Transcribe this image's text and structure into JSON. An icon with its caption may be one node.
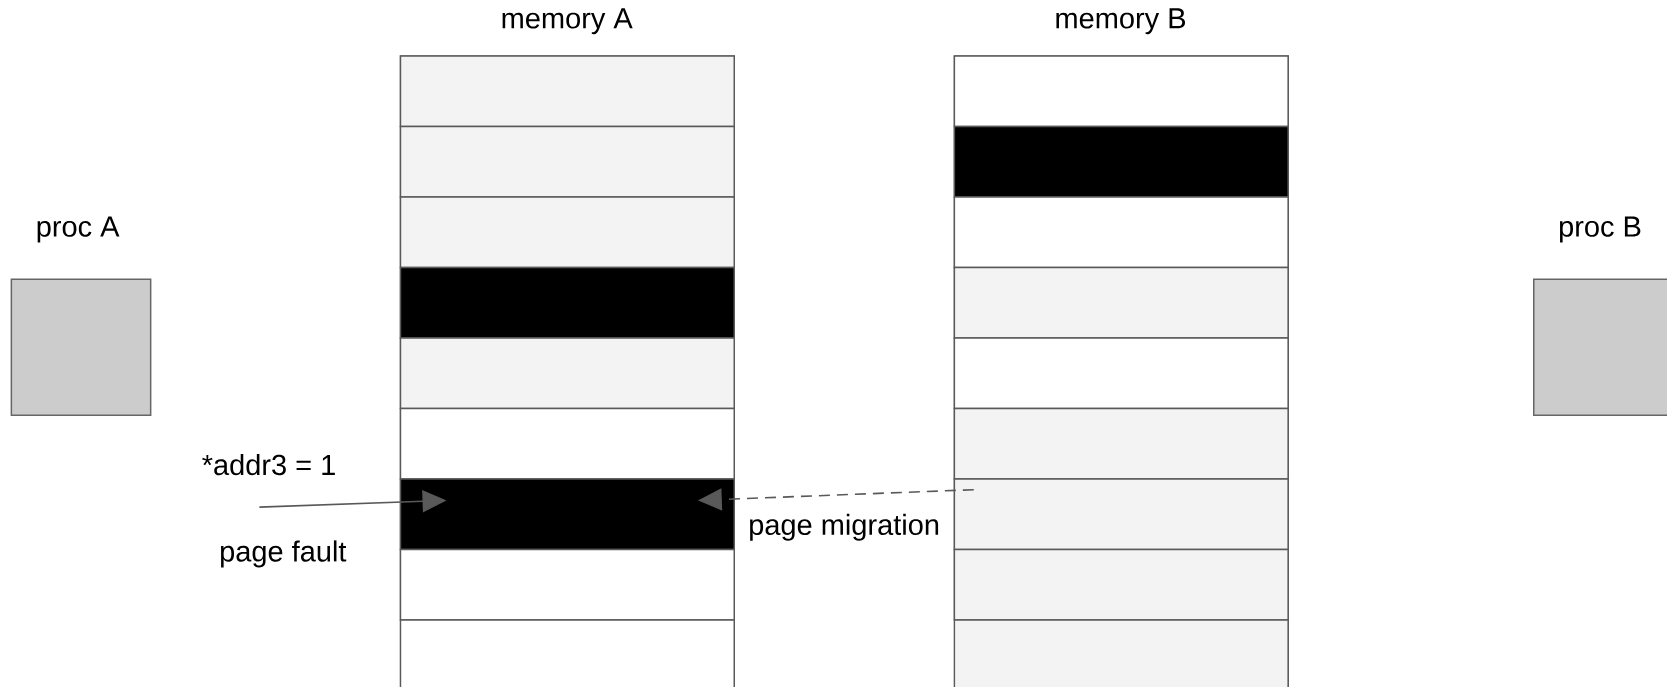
{
  "diagram": {
    "nodes": [
      {
        "text": [
          "proc A"
        ]
      },
      {
        "text": [
          "memory A"
        ]
      },
      {
        "text": [],
        "shape": "box",
        "in": 1
      },
      {
        "text": [],
        "shape": "box",
        "in": 1
      },
      {
        "text": [],
        "shape": "box",
        "in": 1
      },
      {
        "text": [],
        "shape": "box",
        "in": 1
      },
      {
        "text": [],
        "shape": "box",
        "in": 1
      },
      {
        "text": [],
        "shape": "box",
        "in": 1
      },
      {
        "text": [],
        "shape": "box",
        "in": 1
      },
      {
        "text": [],
        "shape": "box",
        "in": 1
      },
      {
        "text": [],
        "shape": "box",
        "in": 1
      },
      {
        "text": [
          "memory B"
        ]
      },
      {
        "text": [],
        "shape": "box",
        "in": 11
      },
      {
        "text": [],
        "shape": "box",
        "in": 11
      },
      {
        "text": [],
        "shape": "box",
        "in": 11
      },
      {
        "text": [],
        "shape": "box",
        "in": 11
      },
      {
        "text": [],
        "shape": "box",
        "in": 11
      },
      {
        "text": [],
        "shape": "box",
        "in": 11
      },
      {
        "text": [],
        "shape": "box",
        "in": 11
      },
      {
        "text": [],
        "shape": "box",
        "in": 11
      },
      {
        "text": [],
        "shape": "box",
        "in": 11
      },
      {
        "text": [
          "proc B"
        ]
      }
    ],
    "edges": [
      {
        "from": null,
        "to": 8,
        "arrow": "to",
        "label": "page fault"
      },
      {
        "from": 18,
        "to": 8,
        "arrow": "to",
        "label": "page migration",
        "style": "dashed"
      }
    ],
    "labels": [
      "*addr3 = 1"
    ]
  }
}
